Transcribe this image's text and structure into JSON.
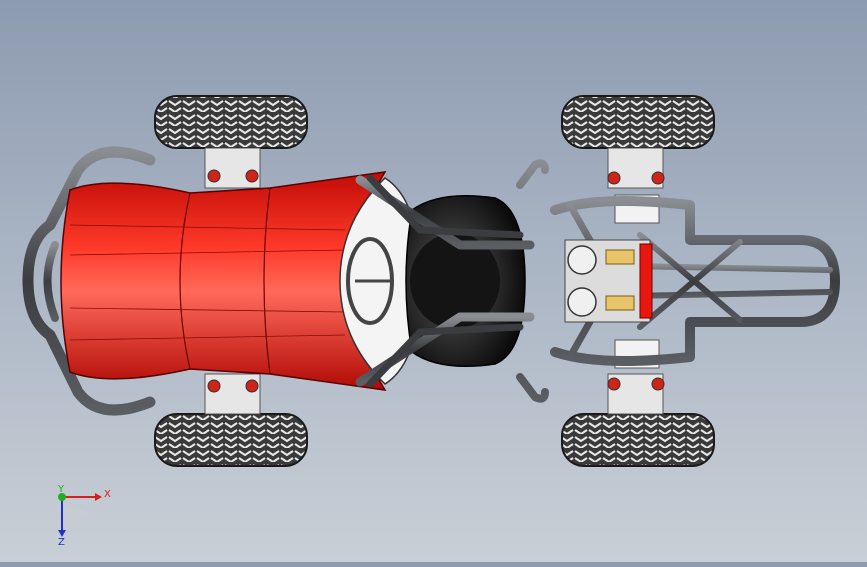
{
  "viewport": {
    "background_top": "#8d9bb0",
    "background_bottom": "#c9cfd6",
    "model": {
      "body_color": "#e8170f",
      "frame_color": "#4a4d52",
      "tire_color": "#2b2b2b",
      "seat_color": "#1a1a1a"
    }
  },
  "triad": {
    "x_label": "X",
    "y_label": "Y",
    "z_label": "Z",
    "x_color": "#d42020",
    "y_color": "#1fb01f",
    "z_color": "#2030c8"
  }
}
